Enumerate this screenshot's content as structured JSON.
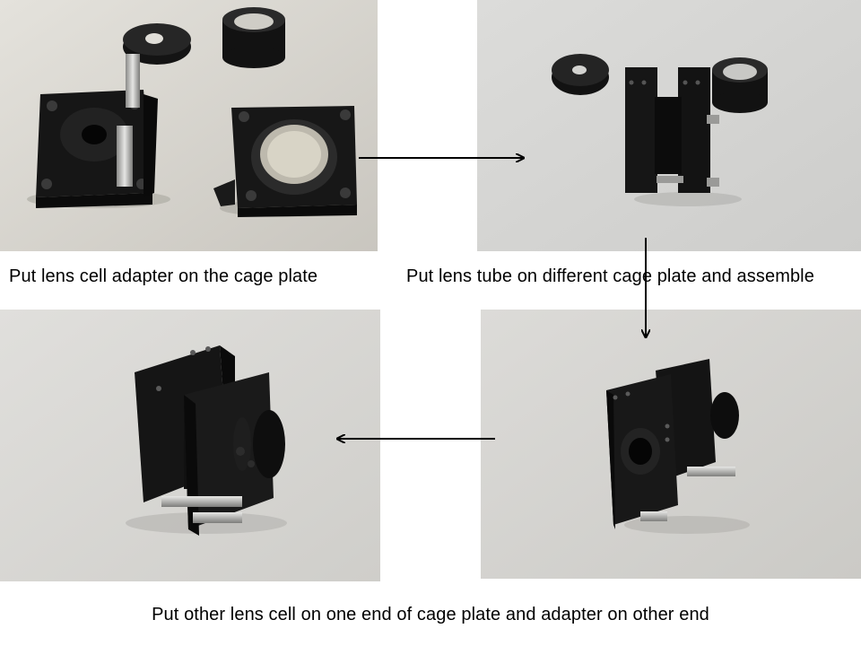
{
  "steps": [
    {
      "caption": "Put lens cell adapter on the cage plate"
    },
    {
      "caption": "Put lens tube on different cage plate and assemble"
    },
    {
      "caption": "Put other lens cell on one end of cage plate and adapter on other end"
    }
  ],
  "photos": [
    {
      "subject": "cage plate with lens cell adapter, rods, retaining rings"
    },
    {
      "subject": "partially assembled cage with lens tube and rings"
    },
    {
      "subject": "assembled cage with lens cell, rear view"
    },
    {
      "subject": "assembled cage with lens cell, front view"
    }
  ],
  "colors": {
    "background": "#ffffff",
    "arrow": "#000000",
    "metal_black": "#151515",
    "backdrop": "#d7d7d3"
  }
}
